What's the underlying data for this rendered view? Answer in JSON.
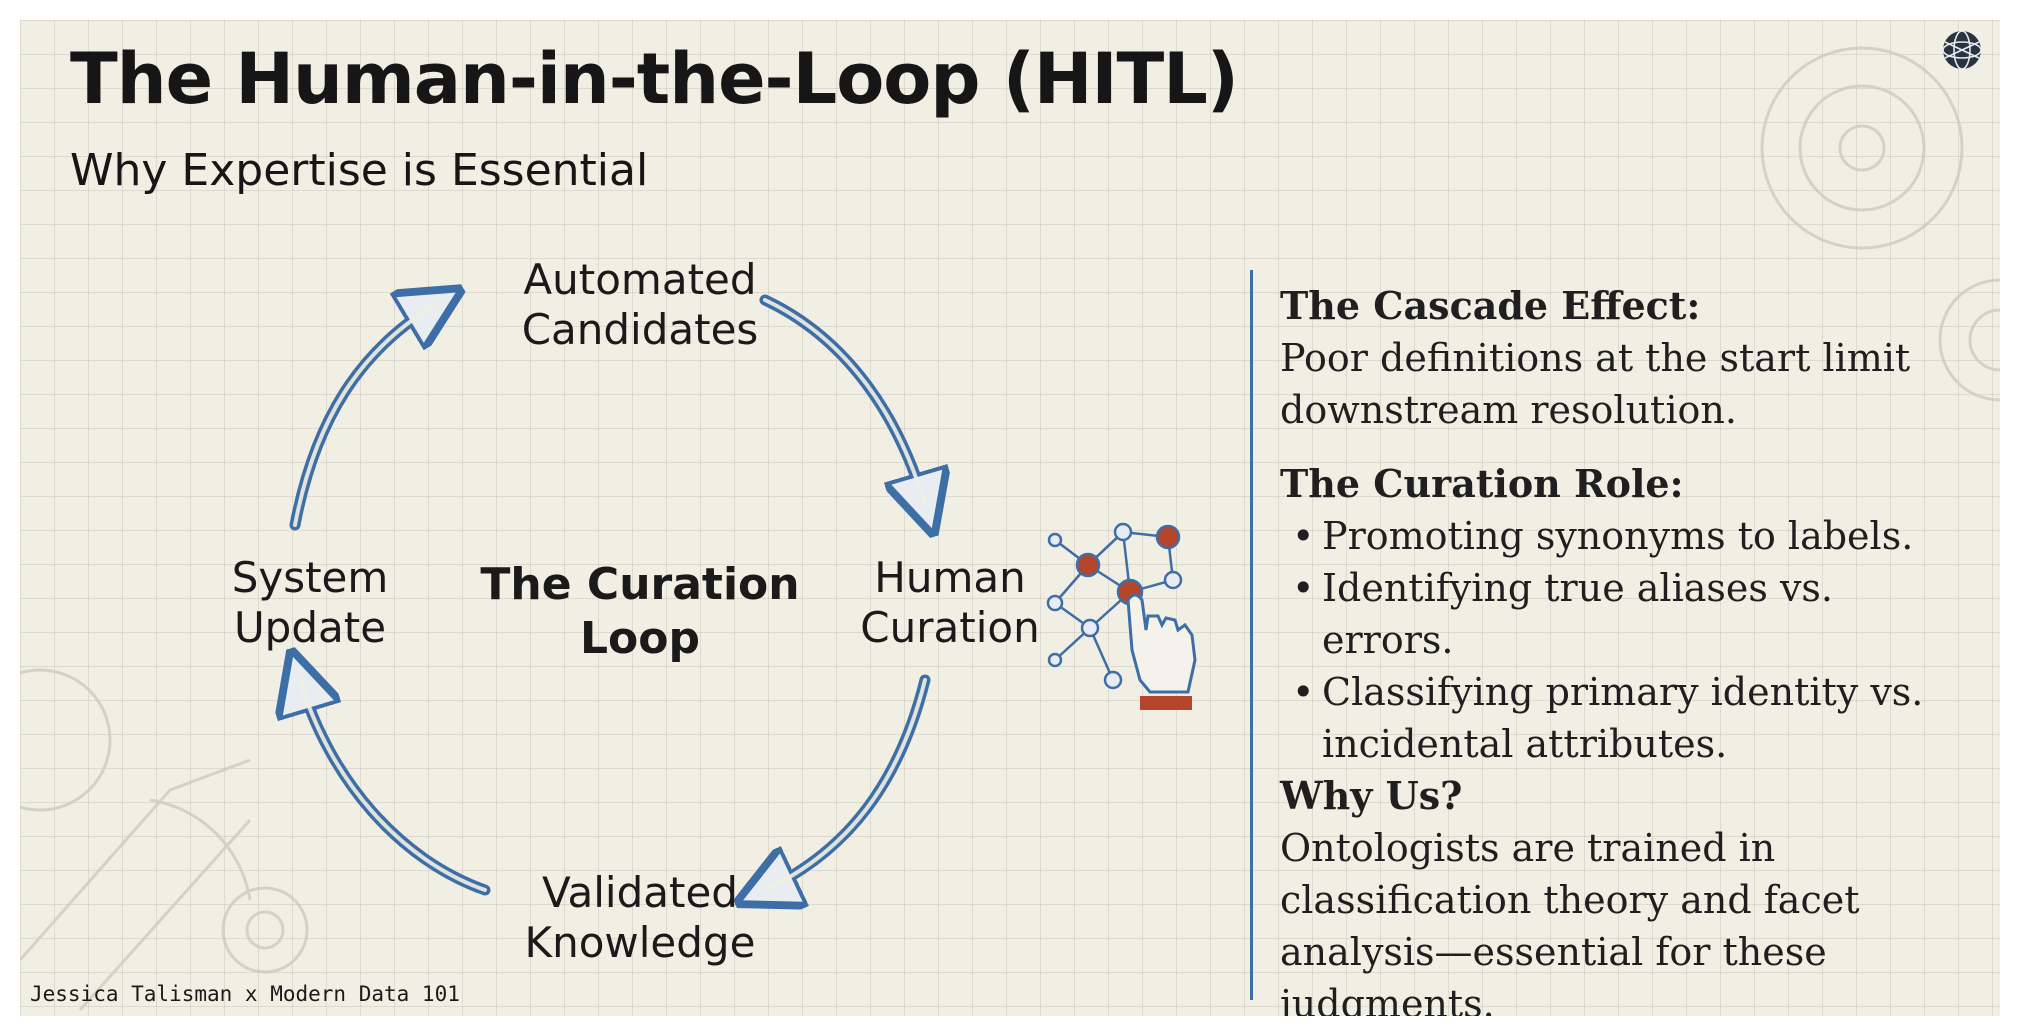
{
  "title": "The Human-in-the-Loop (HITL)",
  "subtitle": "Why Expertise is Essential",
  "diagram": {
    "center_label": "The Curation Loop",
    "nodes": [
      {
        "label": "Automated\nCandidates"
      },
      {
        "label": "Human\nCuration"
      },
      {
        "label": "Validated\nKnowledge"
      },
      {
        "label": "System\nUpdate"
      }
    ],
    "icon": "network-hand-icon"
  },
  "panel": {
    "cascade_heading": "The Cascade Effect:",
    "cascade_text": "Poor definitions at the start limit downstream resolution.",
    "curation_heading": "The Curation Role:",
    "curation_items": [
      "Promoting synonyms to labels.",
      "Identifying true aliases vs. errors.",
      "Classifying primary identity vs. incidental attributes."
    ],
    "why_heading": "Why Us?",
    "why_text": "Ontologists are trained in classification theory and facet analysis—essential for these judgments."
  },
  "footer": "Jessica Talisman x Modern Data 101",
  "colors": {
    "background": "#f1eee3",
    "arrow_blue": "#3d6ea6",
    "node_accent": "#b5452b",
    "text": "#161616"
  }
}
